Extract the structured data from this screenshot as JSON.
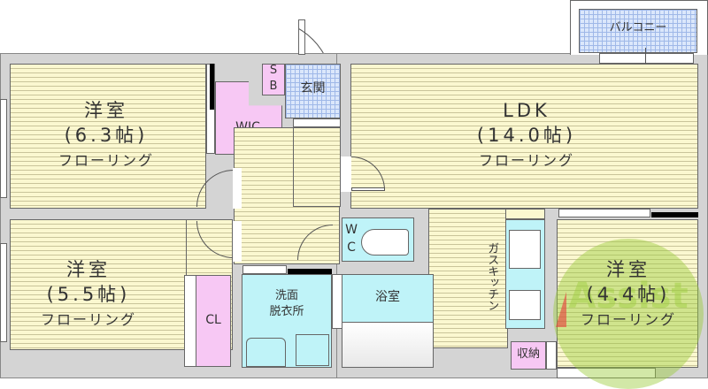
{
  "floorplan": {
    "rooms": {
      "western_room_1": {
        "name": "洋室",
        "size": "(6.3帖)",
        "floor": "フローリング"
      },
      "ldk": {
        "name": "LDK",
        "size": "(14.0帖)",
        "floor": "フローリング"
      },
      "western_room_2": {
        "name": "洋室",
        "size": "(5.5帖)",
        "floor": "フローリング"
      },
      "western_room_3": {
        "name": "洋室",
        "size": "(4.4帖)",
        "floor": "フローリング"
      },
      "wic": {
        "name": "WIC"
      },
      "shoe_box": {
        "line1": "S",
        "line2": "B"
      },
      "entrance": {
        "name": "玄関"
      },
      "balcony": {
        "name": "バルコニー"
      },
      "wc": {
        "line1": "W",
        "line2": "C"
      },
      "washroom": {
        "line1": "洗面",
        "line2": "脱衣所"
      },
      "bathroom": {
        "name": "浴室"
      },
      "closet": {
        "name": "CL"
      },
      "kitchen": {
        "name": "ガスキッチン"
      },
      "storage": {
        "name": "収納"
      }
    },
    "watermark": {
      "text": "Assist"
    },
    "colors": {
      "floor": "#fbf8d0",
      "wall": "#d4d4d4",
      "storage_pink": "#f7c8f4",
      "wet_cyan": "#bff3f8",
      "tile_blue": "#dbe7fb",
      "watermark_green": "#9ccc3c",
      "watermark_red": "#e83a3a"
    }
  }
}
